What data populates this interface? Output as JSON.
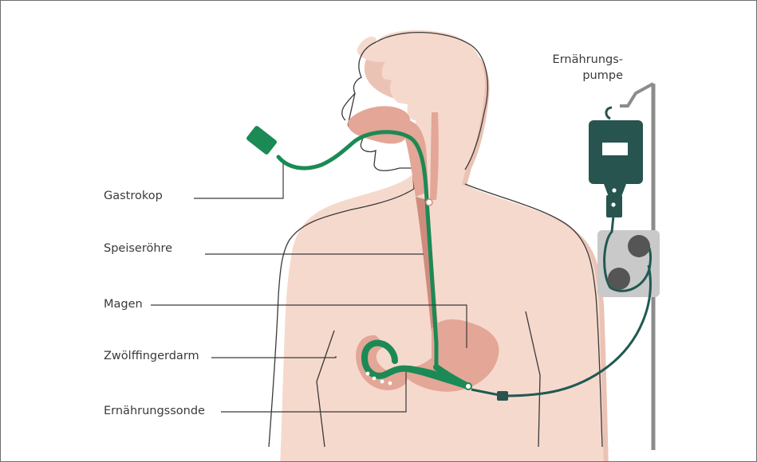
{
  "labels": {
    "gastroscope": "Gastrokop",
    "esophagus": "Speiseröhre",
    "stomach": "Magen",
    "duodenum": "Zwölffingerdarm",
    "feeding_tube": "Ernährungssonde",
    "pump_line1": "Ernährungs-",
    "pump_line2": "pumpe"
  },
  "icons": {
    "gastroscope-handle": "rounded-rect",
    "feeding-bag": "bag",
    "pump-rollers": "circles"
  },
  "colors": {
    "skin": "#f6d9cd",
    "skin_shadow": "#eac3b5",
    "organ": "#e3a697",
    "organ_dark": "#cf8c7e",
    "tube_green": "#1b8a55",
    "tube_dark": "#1f5a52",
    "pump_body": "#27544f",
    "pole": "#8c8c8c",
    "pump_housing": "#c9c9c9",
    "outline": "#3a3a3a"
  }
}
